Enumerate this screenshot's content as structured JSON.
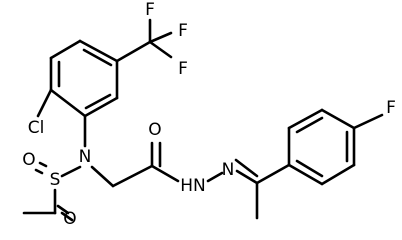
{
  "molecule": {
    "atoms": {
      "trifluoromethyl_f_top": "F",
      "trifluoromethyl_f_right_upper": "F",
      "trifluoromethyl_f_right_lower": "F",
      "chloro": "Cl",
      "amide_n": "N",
      "sulfonyl_s": "S",
      "sulfonyl_o_upper": "O",
      "sulfonyl_o_lower": "O",
      "carbonyl_o": "O",
      "hydrazide_nh": "HN",
      "hydrazone_n": "N",
      "para_fluoro": "F"
    },
    "colors": {
      "bond": "#000000",
      "label": "#000000",
      "background": "#ffffff"
    }
  }
}
